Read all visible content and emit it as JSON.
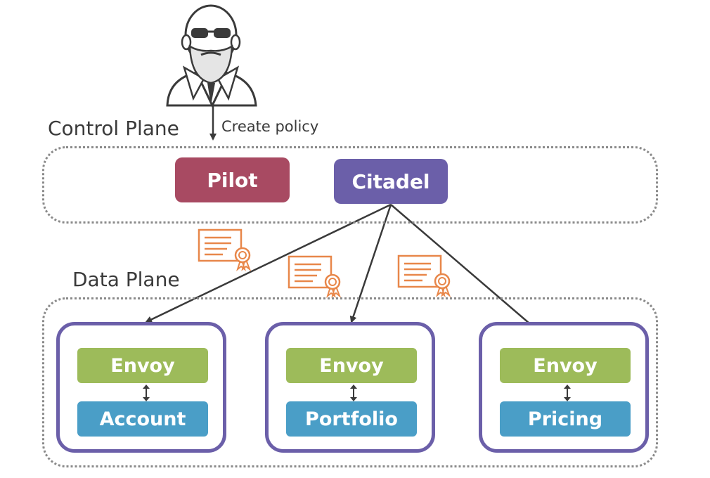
{
  "control_plane": {
    "label": "Control Plane",
    "policy_label": "Create policy",
    "pilot": {
      "label": "Pilot",
      "color": "#a84a62"
    },
    "citadel": {
      "label": "Citadel",
      "color": "#6b5fa9"
    }
  },
  "data_plane": {
    "label": "Data Plane",
    "pods": [
      {
        "proxy": "Envoy",
        "service": "Account"
      },
      {
        "proxy": "Envoy",
        "service": "Portfolio"
      },
      {
        "proxy": "Envoy",
        "service": "Pricing"
      }
    ]
  },
  "colors": {
    "envoy": "#9dbb5a",
    "service": "#4a9ec7",
    "pod_border": "#6b5fa9",
    "certificate": "#e8874a",
    "arrow": "#3a3a3a"
  },
  "icons": [
    "operator-icon",
    "certificate-icon"
  ]
}
